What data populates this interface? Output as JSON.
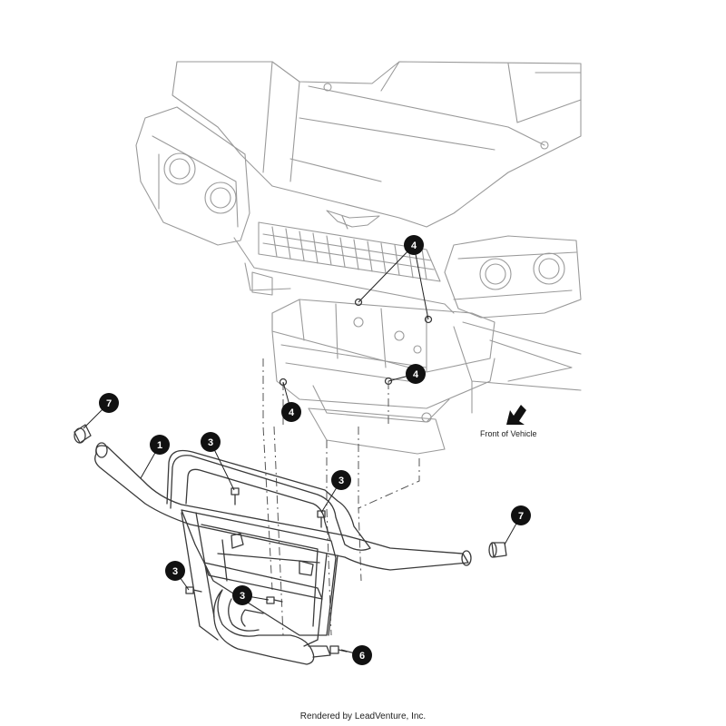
{
  "callouts": [
    {
      "id": "callout-1",
      "number": "1",
      "part": "bumper tube"
    },
    {
      "id": "callout-3a",
      "number": "3",
      "part": "bolt"
    },
    {
      "id": "callout-3b",
      "number": "3",
      "part": "bolt"
    },
    {
      "id": "callout-3c",
      "number": "3",
      "part": "bolt"
    },
    {
      "id": "callout-3d",
      "number": "3",
      "part": "bolt"
    },
    {
      "id": "callout-4a",
      "number": "4",
      "part": "nut"
    },
    {
      "id": "callout-4b",
      "number": "4",
      "part": "nut"
    },
    {
      "id": "callout-4c",
      "number": "4",
      "part": "nut"
    },
    {
      "id": "callout-6",
      "number": "6",
      "part": "fastener"
    },
    {
      "id": "callout-7a",
      "number": "7",
      "part": "end cap"
    },
    {
      "id": "callout-7b",
      "number": "7",
      "part": "end cap"
    }
  ],
  "front_label": "Front of Vehicle",
  "footer": "Rendered by LeadVenture, Inc."
}
